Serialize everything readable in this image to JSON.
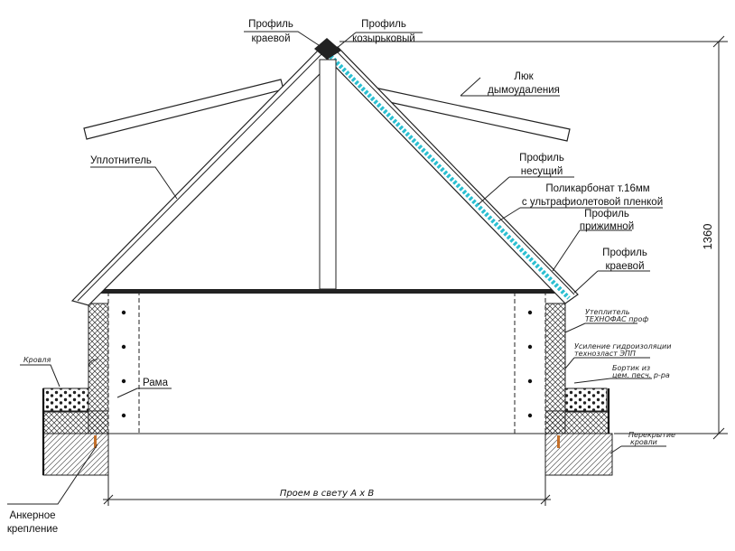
{
  "labels": {
    "ridge_profile_left": [
      "Профиль",
      "краевой"
    ],
    "ridge_profile_right": [
      "Профиль",
      "козырьковый"
    ],
    "smoke_hatch": [
      "Люк",
      "дымоудаления"
    ],
    "sealant": "Уплотнитель",
    "bearing_profile": [
      "Профиль",
      "несущий"
    ],
    "polycarbonate": [
      "Поликарбонат т.16мм",
      "с ультрафиолетовой пленкой"
    ],
    "clamp_profile": [
      "Профиль",
      "прижимной"
    ],
    "edge_profile": [
      "Профиль",
      "краевой"
    ],
    "insulation": [
      "Утеплитель",
      "ТЕХНОФАС проф"
    ],
    "waterproofing": [
      "Усиление гидроизоляции",
      "технозласт ЭПП"
    ],
    "fillet": [
      "Бортик из",
      "цем. песч. р-ра"
    ],
    "roof": "Кровля",
    "frame": "Рама",
    "roof_slab": [
      "Перекрытие",
      "кровли"
    ],
    "anchor": [
      "Анкерное",
      "крепление"
    ],
    "opening": "Проем в свету А х В",
    "height_dim": "1360"
  },
  "colors": {
    "glazing": "#2bbfd1",
    "line": "#222222",
    "hatch": "#555555"
  }
}
